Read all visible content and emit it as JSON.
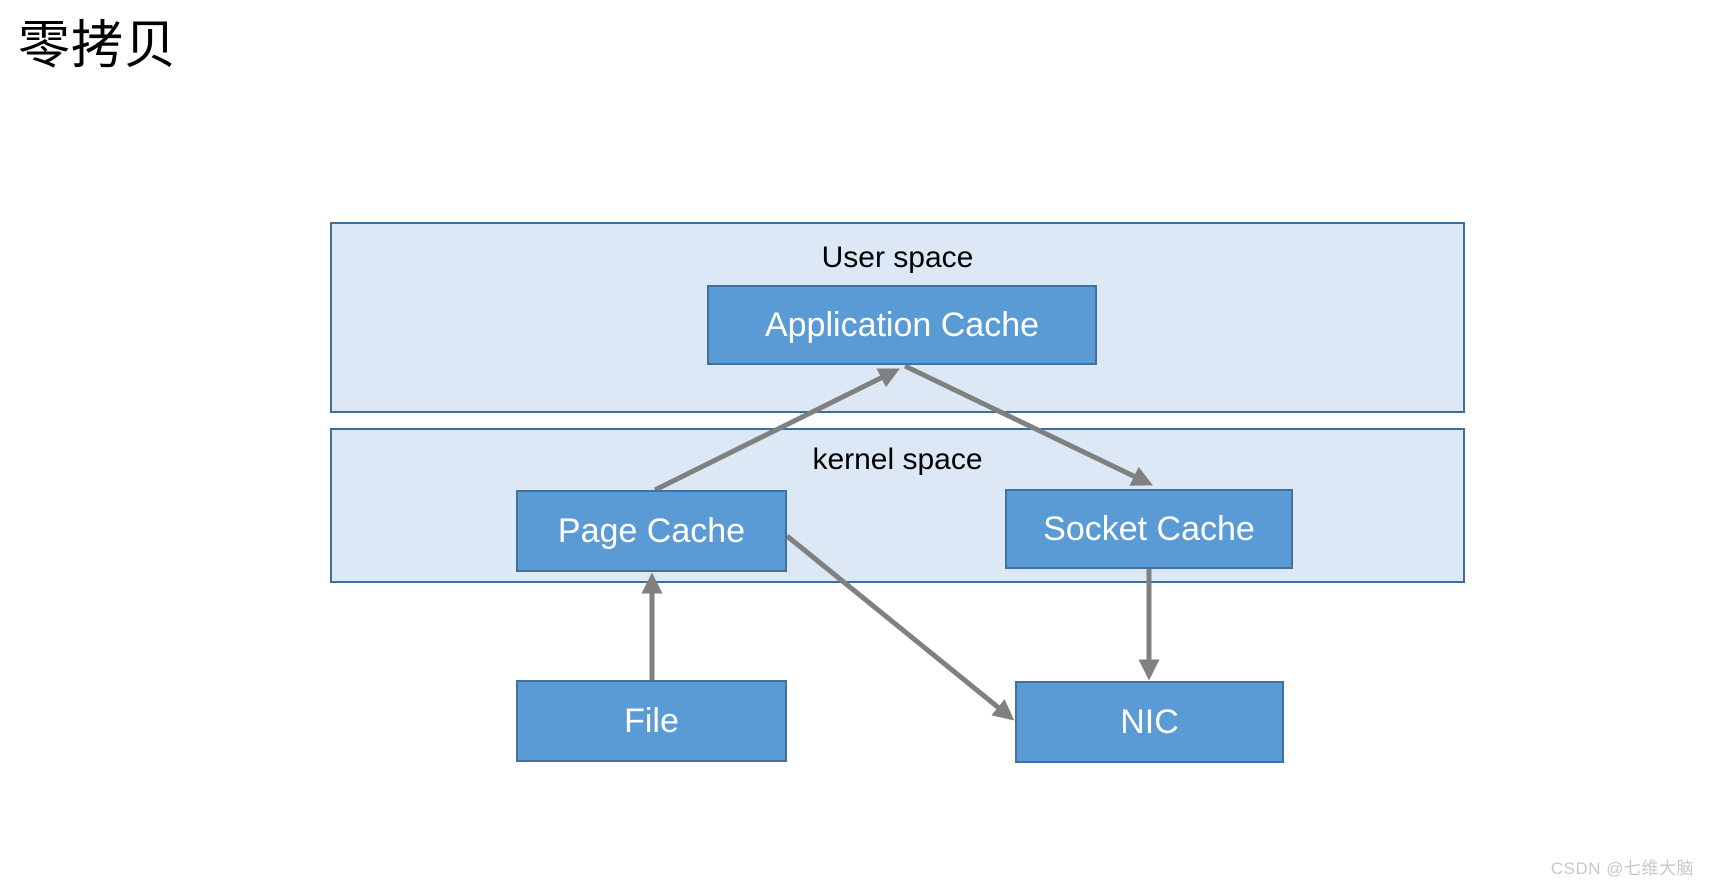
{
  "slide": {
    "title": "零拷贝",
    "background_color": "#ffffff"
  },
  "colors": {
    "container_fill": "#dce8f5",
    "container_border": "#3d6f9e",
    "node_fill": "#5b9bd5",
    "node_border": "#41719c",
    "node_text": "#ffffff",
    "arrow": "#808080",
    "label_text": "#000000",
    "watermark_text": "#c8c8c8"
  },
  "diagram": {
    "containers": [
      {
        "id": "user-space",
        "label": "User space"
      },
      {
        "id": "kernel-space",
        "label": "kernel space"
      }
    ],
    "nodes": [
      {
        "id": "application-cache",
        "label": "Application Cache",
        "parent": "user-space"
      },
      {
        "id": "page-cache",
        "label": "Page Cache",
        "parent": "kernel-space"
      },
      {
        "id": "socket-cache",
        "label": "Socket Cache",
        "parent": "kernel-space"
      },
      {
        "id": "file",
        "label": "File",
        "parent": null
      },
      {
        "id": "nic",
        "label": "NIC",
        "parent": null
      }
    ],
    "edges": [
      {
        "id": "file-to-page-cache",
        "from": "file",
        "to": "page-cache",
        "style": "arrow"
      },
      {
        "id": "page-cache-to-application",
        "from": "page-cache",
        "to": "application-cache",
        "style": "arrow"
      },
      {
        "id": "application-to-socket-cache",
        "from": "application-cache",
        "to": "socket-cache",
        "style": "arrow"
      },
      {
        "id": "socket-cache-to-nic",
        "from": "socket-cache",
        "to": "nic",
        "style": "arrow"
      },
      {
        "id": "page-cache-to-nic",
        "from": "page-cache",
        "to": "nic",
        "style": "arrow"
      }
    ]
  },
  "watermark": {
    "text": "CSDN @七维大脑"
  }
}
